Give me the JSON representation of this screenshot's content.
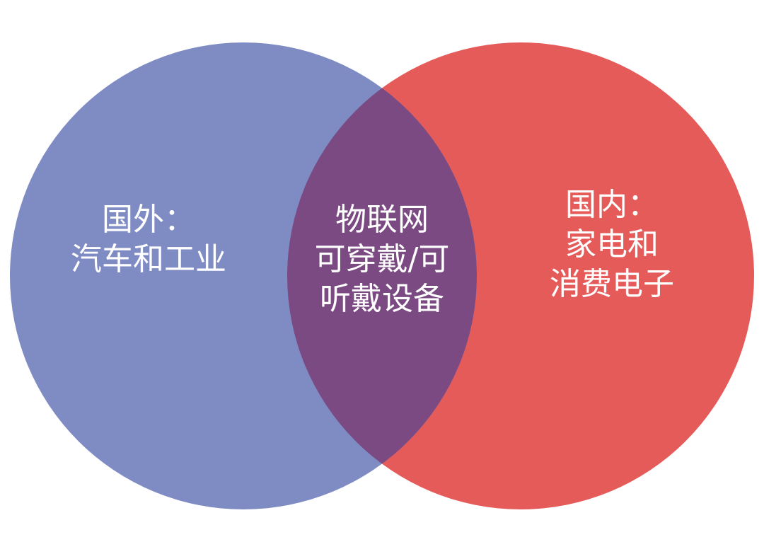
{
  "venn": {
    "left": {
      "lines": [
        "国外：",
        "汽车和工业"
      ],
      "color": "#7f8bc3"
    },
    "right": {
      "lines": [
        "国内：",
        "家电和",
        "消费电子"
      ],
      "color": "#e55b59"
    },
    "overlap": {
      "lines": [
        "物联网",
        "可穿戴/可",
        "听戴设备"
      ],
      "color": "#7b4a82"
    }
  }
}
